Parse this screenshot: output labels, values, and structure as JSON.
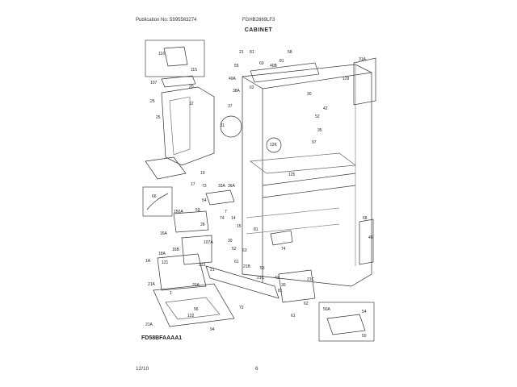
{
  "header": {
    "publication": "Publication No: 5995563274",
    "model": "FGHB2869LF3",
    "section": "CABINET"
  },
  "footer": {
    "date": "12/10",
    "page": "6"
  },
  "diagram": {
    "part_code": "FD58BFAAAA1",
    "callouts": [
      "116",
      "115",
      "107",
      "20",
      "12",
      "25",
      "17",
      "19",
      "73",
      "33A",
      "36A",
      "66",
      "54",
      "59",
      "7",
      "74",
      "14",
      "15",
      "150A",
      "28",
      "16A",
      "16B",
      "107A",
      "18A",
      "1A",
      "121",
      "123",
      "20A",
      "56",
      "122",
      "21A",
      "72",
      "1",
      "94",
      "21",
      "81",
      "58",
      "55",
      "60",
      "40B",
      "81",
      "62",
      "49A",
      "37",
      "38A",
      "11",
      "12K",
      "125",
      "129",
      "31A",
      "42",
      "52",
      "30",
      "35",
      "97",
      "68",
      "45",
      "30",
      "81",
      "74",
      "21",
      "52",
      "63",
      "61",
      "53",
      "21B",
      "21C",
      "21C",
      "42",
      "30",
      "81",
      "50A",
      "50",
      "54",
      "61",
      "62"
    ]
  }
}
